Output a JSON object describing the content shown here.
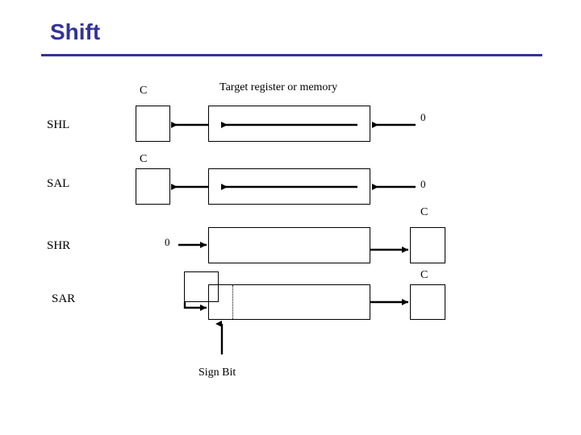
{
  "slide": {
    "title": "Shift",
    "title_color": "#333399",
    "rule_color": "#333399",
    "background": "#ffffff",
    "line_color": "#000000"
  },
  "headers": {
    "target": "Target register or memory",
    "carry_top_shl": "C",
    "carry_top_sal": "C",
    "carry_top_shr": "C",
    "carry_top_sar": "C"
  },
  "rows": [
    {
      "name": "shl",
      "label": "SHL",
      "carry_side": "left",
      "carry_caption": "C",
      "in_bit": "0",
      "in_bit_side": "right",
      "internal_arrow": "left",
      "sign_bit": false
    },
    {
      "name": "sal",
      "label": "SAL",
      "carry_side": "left",
      "carry_caption": "C",
      "in_bit": "0",
      "in_bit_side": "right",
      "internal_arrow": "left",
      "sign_bit": false
    },
    {
      "name": "shr",
      "label": "SHR",
      "carry_side": "right",
      "carry_caption": "C",
      "in_bit": "0",
      "in_bit_side": "left",
      "internal_arrow": "none",
      "sign_bit": false
    },
    {
      "name": "sar",
      "label": "SAR",
      "carry_side": "right",
      "carry_caption": "C",
      "in_bit": "",
      "in_bit_side": "none",
      "internal_arrow": "none",
      "sign_bit": true
    }
  ],
  "annotations": {
    "sign_bit_label": "Sign Bit"
  }
}
